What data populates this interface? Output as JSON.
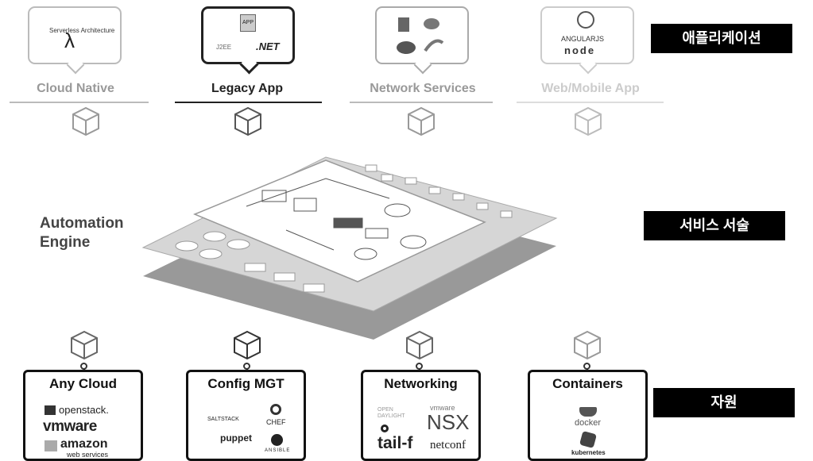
{
  "apps": [
    {
      "label": "Cloud Native",
      "logos": [
        "Serverless Architecture",
        "λ"
      ]
    },
    {
      "label": "Legacy App",
      "logos": [
        "APP",
        "J2EE",
        ".NET"
      ]
    },
    {
      "label": "Network Services",
      "logos": []
    },
    {
      "label": "Web/Mobile App",
      "logos": [
        "ANGULARJS",
        "node"
      ]
    }
  ],
  "engine": {
    "line1": "Automation",
    "line2": "Engine"
  },
  "resources": [
    {
      "title": "Any Cloud",
      "logos": [
        "openstack.",
        "vmware",
        "amazon",
        "web services"
      ]
    },
    {
      "title": "Config MGT",
      "logos": [
        "SALTSTACK",
        "CHEF",
        "puppet",
        "ANSIBLE"
      ]
    },
    {
      "title": "Networking",
      "logos": [
        "OPEN DAYLIGHT",
        "vmware",
        "NSX",
        "tail-f",
        "netconf"
      ]
    },
    {
      "title": "Containers",
      "logos": [
        "docker",
        "kubernetes"
      ]
    }
  ],
  "tags": {
    "app": "애플리케이션",
    "service": "서비스 서술",
    "resource": "자원"
  }
}
